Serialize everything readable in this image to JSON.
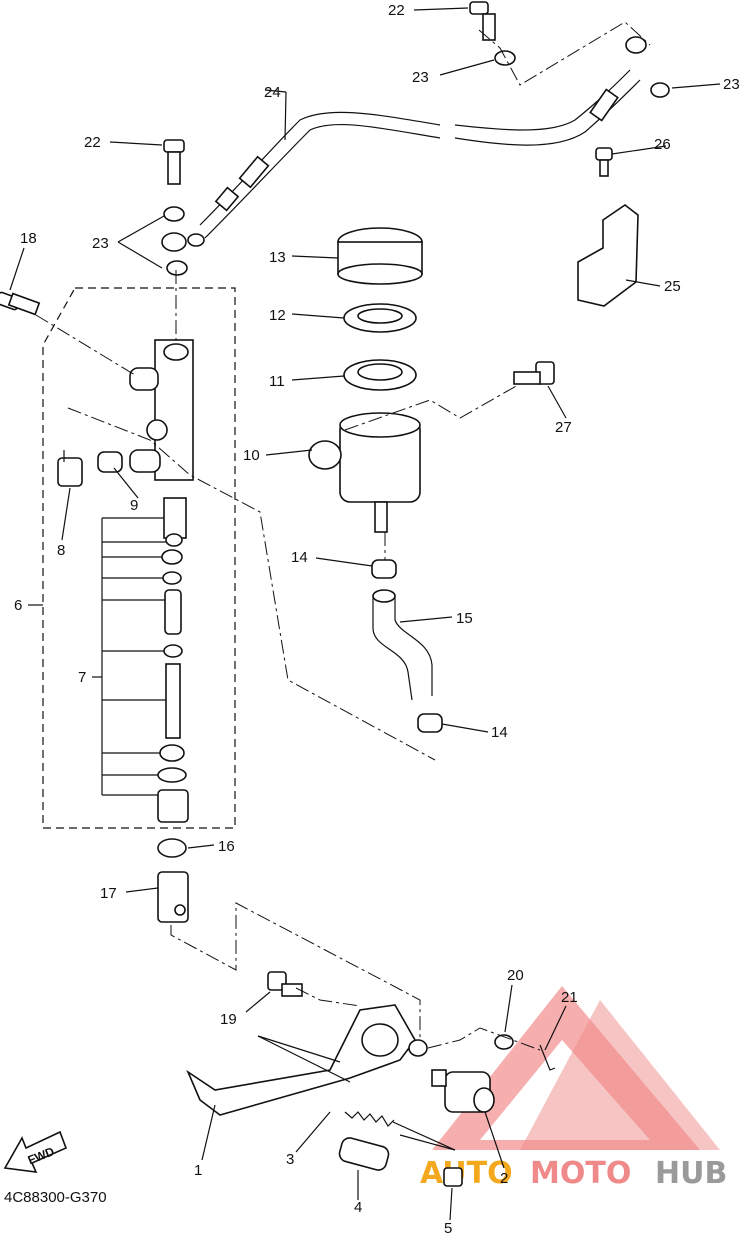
{
  "diagram_code": "4C88300-G370",
  "fwd_label": "FWD",
  "watermark": {
    "brand_a": "AUTO",
    "brand_b": "MOTO",
    "brand_c": "HUB",
    "color_a": "#f4a81d",
    "color_b": "#f08a8a",
    "color_c": "#9a9a9a"
  },
  "callouts": {
    "c1": "1",
    "c2": "2",
    "c3": "3",
    "c4": "4",
    "c5": "5",
    "c6": "6",
    "c7": "7",
    "c8": "8",
    "c9": "9",
    "c10": "10",
    "c11": "11",
    "c12": "12",
    "c13": "13",
    "c14a": "14",
    "c14b": "14",
    "c15": "15",
    "c16": "16",
    "c17": "17",
    "c18": "18",
    "c19": "19",
    "c20": "20",
    "c21": "21",
    "c22a": "22",
    "c22b": "22",
    "c23a": "23",
    "c23b": "23",
    "c23c": "23",
    "c24": "24",
    "c25": "25",
    "c26": "26",
    "c27": "27"
  }
}
